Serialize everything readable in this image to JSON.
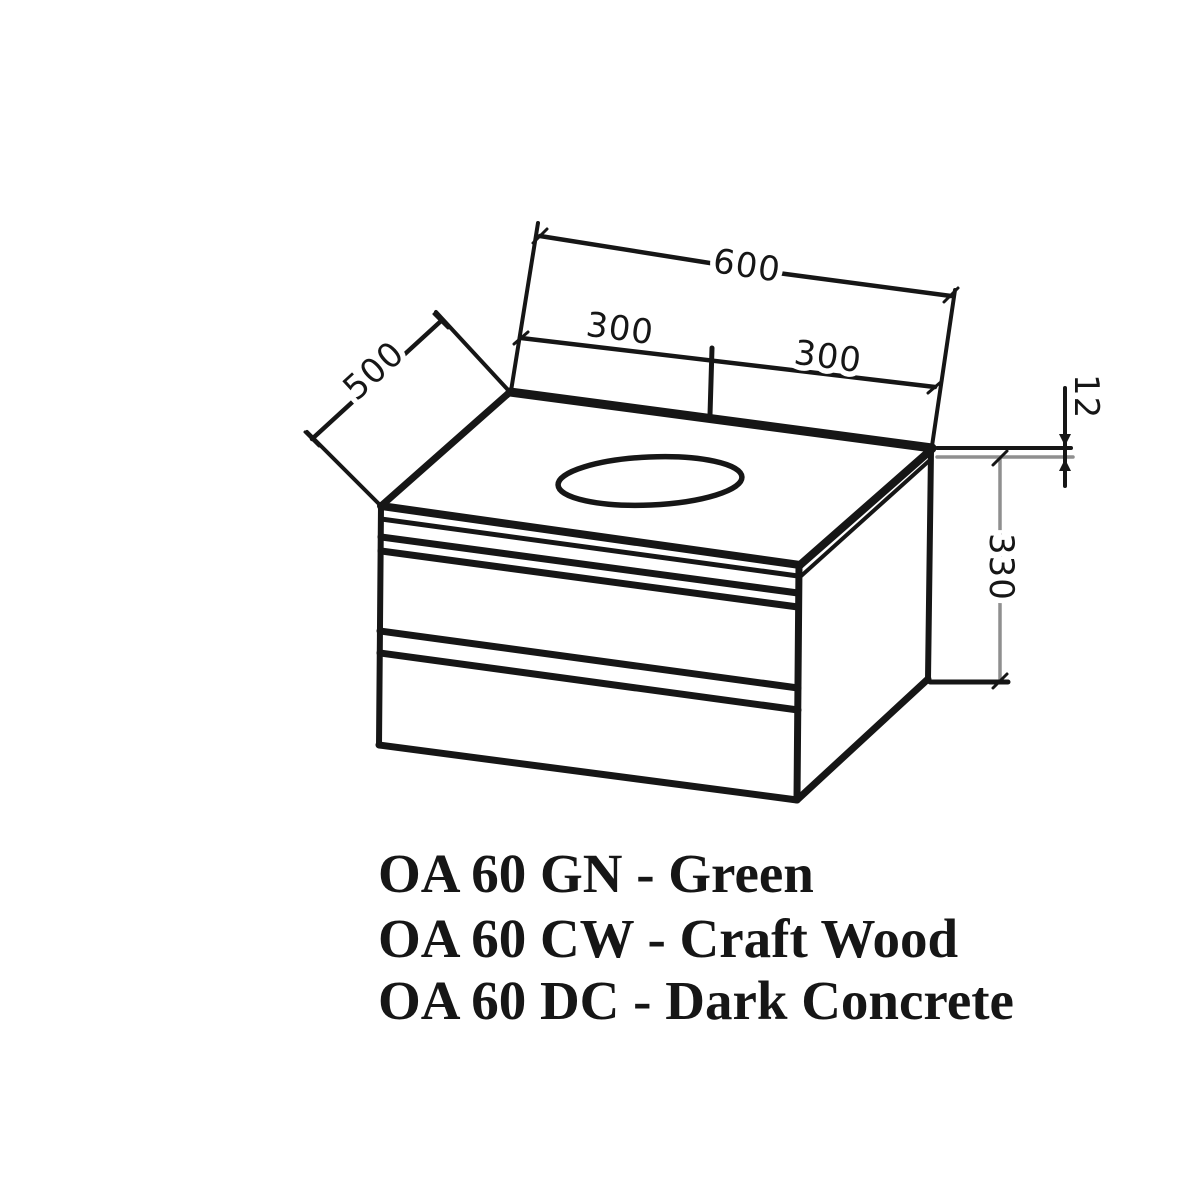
{
  "drawing": {
    "title": "vanity cabinet technical drawing",
    "dimensions": {
      "total_width": "600",
      "left_half_width": "300",
      "right_half_width": "300",
      "depth": "500",
      "top_thickness": "12",
      "body_height": "330"
    },
    "variants": [
      "OA 60 GN - Green",
      "OA 60 CW - Craft Wood",
      "OA 60 DC - Dark Concrete"
    ],
    "colors": {
      "ink": "#161616",
      "thin_line": "#8f8f8f",
      "background": "#ffffff"
    }
  }
}
